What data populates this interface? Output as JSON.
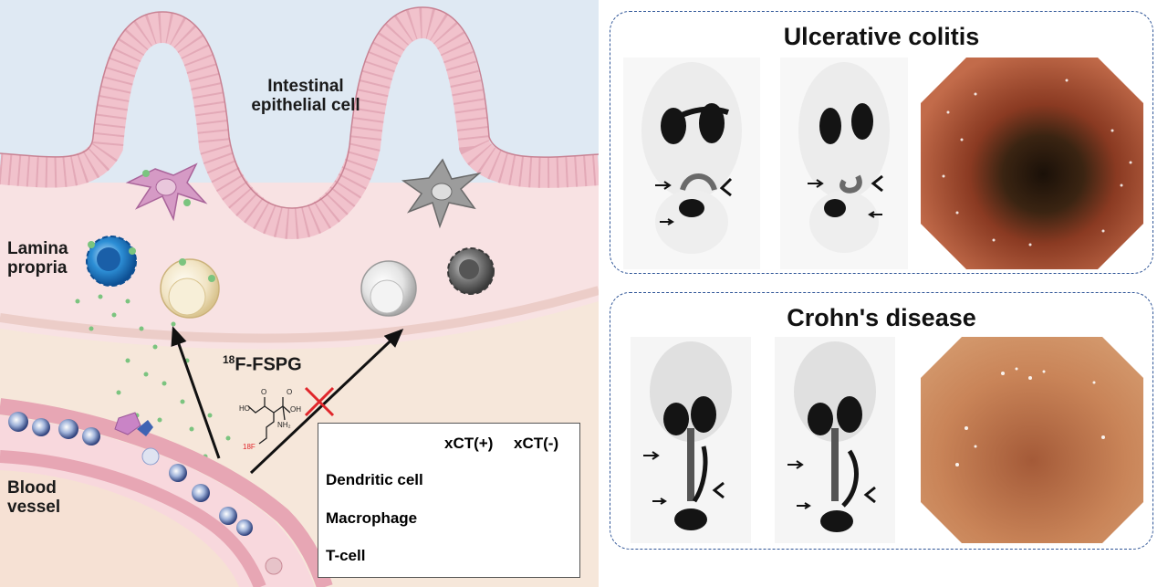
{
  "diagram": {
    "labels": {
      "epithelium": "Intestinal epithelial cell",
      "lamina_propria": "Lamina propria",
      "blood_vessel": "Blood vessel",
      "tracer_mass": "18",
      "tracer_name": "F-FSPG",
      "struct_oh": "OH",
      "struct_nh2": "NH₂",
      "struct_o": "O",
      "struct_ho": "HO",
      "struct_18f": "18F"
    },
    "legend": {
      "col_positive": "xCT(+)",
      "col_negative": "xCT(-)",
      "rows": [
        "Dendritic cell",
        "Macrophage",
        "T-cell"
      ]
    },
    "colors": {
      "lumen": "#dfe9f3",
      "epithelium": "#f1c2cc",
      "lamina": "#f8e2e3",
      "vessel_wall": "#e7a6b4",
      "tracer_dot": "#7bc47f",
      "block_x": "#e0262b"
    }
  },
  "panels": [
    {
      "title": "Ulcerative colitis"
    },
    {
      "title": "Crohn's disease"
    }
  ]
}
